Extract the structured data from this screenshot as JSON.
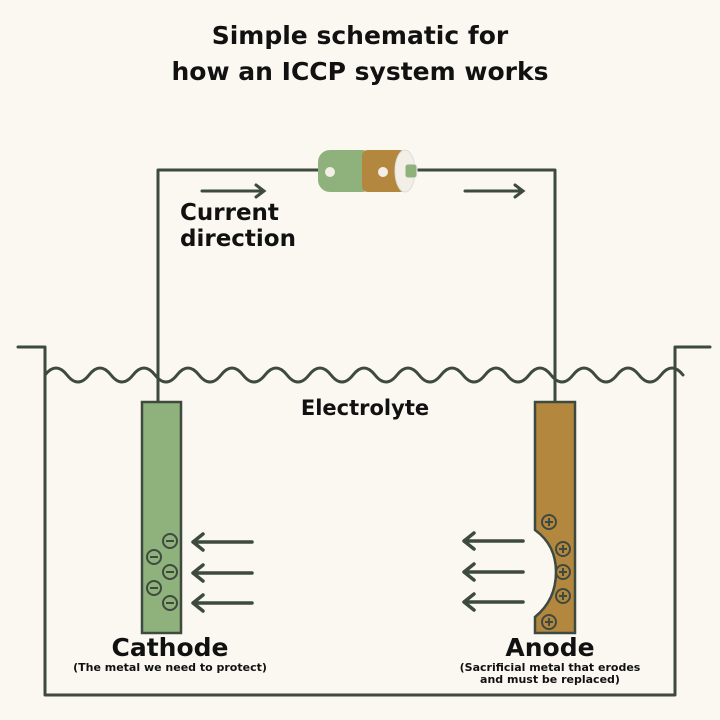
{
  "title_line1": "Simple schematic for",
  "title_line2": "how an ICCP system works",
  "current_line1": "Current",
  "current_line2": "direction",
  "electrolyte": "Electrolyte",
  "cathode": {
    "label": "Cathode",
    "note": "(The metal we need to protect)"
  },
  "anode": {
    "label": "Anode",
    "note_line1": "(Sacrificial metal that erodes",
    "note_line2": "and must be replaced)"
  },
  "colors": {
    "line": "#3e4a40",
    "cathode": "#8fb17c",
    "anode": "#b4873f",
    "background": "#fbf8f1"
  }
}
